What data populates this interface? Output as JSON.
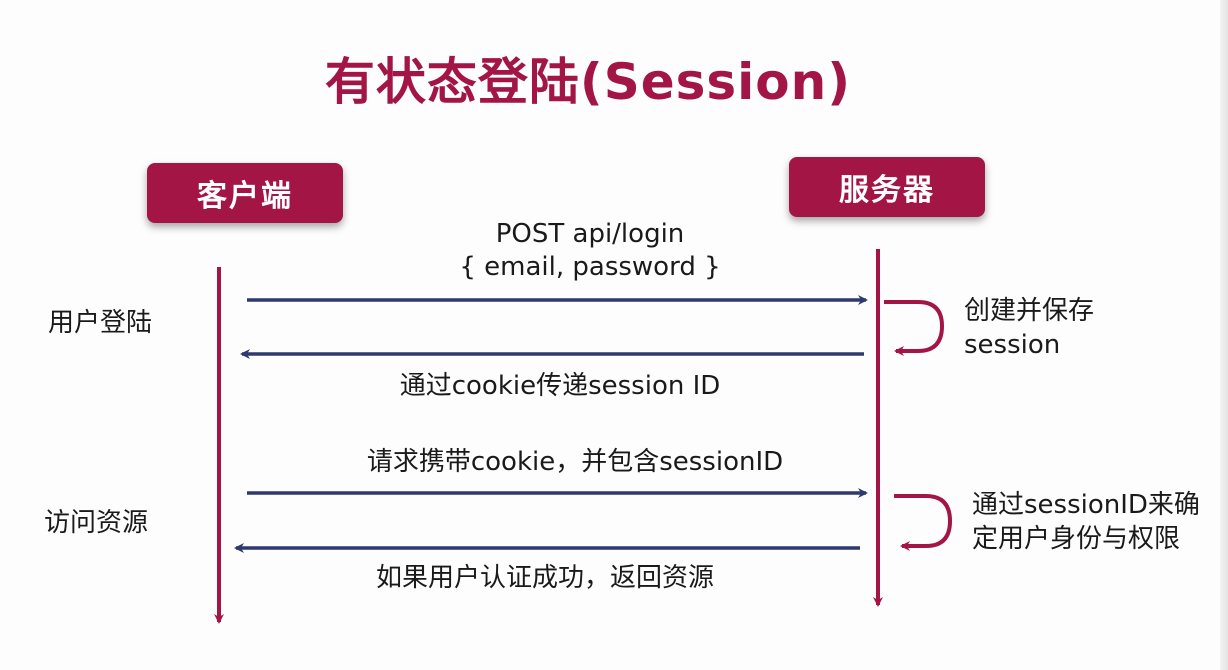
{
  "title": "有状态登陆(Session)",
  "actors": {
    "client": "客户端",
    "server": "服务器"
  },
  "phases": {
    "login": "用户登陆",
    "access": "访问资源"
  },
  "messages": {
    "post_line1": "POST api/login",
    "post_line2": "{ email, password }",
    "cookie_session_id": "通过cookie传递session ID",
    "request_with_cookie": "请求携带cookie，并包含sessionID",
    "auth_success": "如果用户认证成功，返回资源"
  },
  "server_notes": {
    "create_line1": "创建并保存",
    "create_line2": "session",
    "verify_line1": "通过sessionID来确",
    "verify_line2": "定用户身份与权限"
  },
  "colors": {
    "accent": "#a21545",
    "arrow": "#2e3a6e",
    "text": "#1a1a1a"
  }
}
